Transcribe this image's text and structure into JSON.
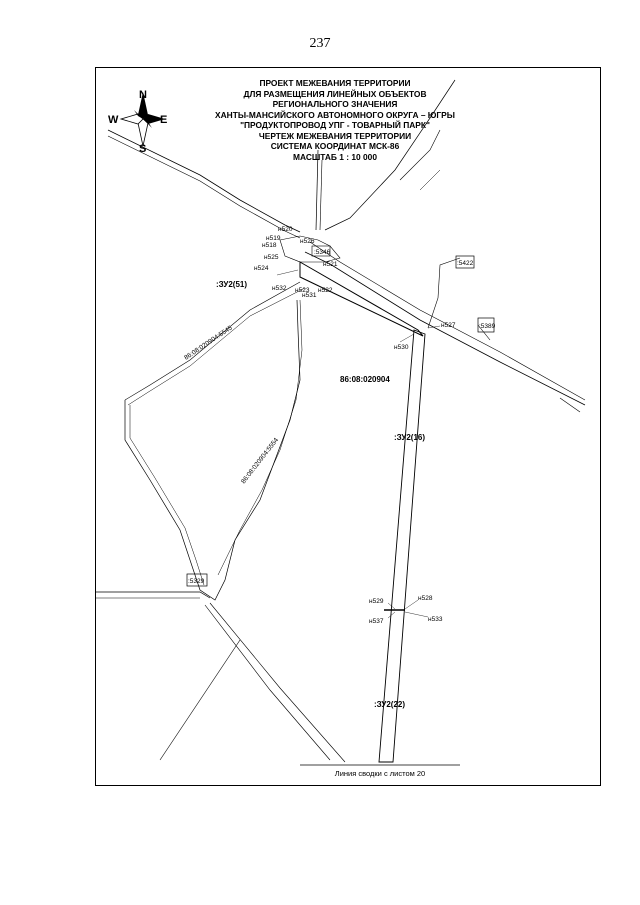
{
  "page_number": "237",
  "title_lines": [
    "ПРОЕКТ МЕЖЕВАНИЯ ТЕРРИТОРИИ",
    "ДЛЯ РАЗМЕЩЕНИЯ ЛИНЕЙНЫХ ОБЪЕКТОВ",
    "РЕГИОНАЛЬНОГО ЗНАЧЕНИЯ",
    "ХАНТЫ-МАНСИЙСКОГО АВТОНОМНОГО ОКРУГА – ЮГРЫ",
    "\"ПРОДУКТОПРОВОД УПГ - ТОВАРНЫЙ ПАРК\"",
    "ЧЕРТЕЖ МЕЖЕВАНИЯ ТЕРРИТОРИИ",
    "СИСТЕМА КООРДИНАТ МСК-86",
    "МАСШТАБ 1 : 10 000"
  ],
  "compass": {
    "north": "N",
    "south": "S",
    "east": "E",
    "west": "W"
  },
  "zones": {
    "zu51": ":ЗУ2(51)",
    "zu16": ":ЗУ2(16)",
    "zu22": ":ЗУ2(22)"
  },
  "quarter": "86:08:020904",
  "parcels": {
    "p5545": "86:08:020904:5545",
    "p5554": "86:08:020904:5554",
    "p5346": ":5346",
    "p5422": ":5422",
    "p5389": ":5389",
    "p5329": ":5329"
  },
  "points": {
    "n520": "н520",
    "n519": "н519",
    "n518": "н518",
    "n526": "н526",
    "n525": "н525",
    "n524": "н524",
    "n521": "н521",
    "n532": "н532",
    "n523": "н523",
    "n531": "н531",
    "n522": "н522",
    "n527": "н527",
    "n530": "н530",
    "n529": "н529",
    "n528": "н528",
    "n537": "н537",
    "n533": "н533"
  },
  "sheet_link": "Линия сводки с листом 20"
}
